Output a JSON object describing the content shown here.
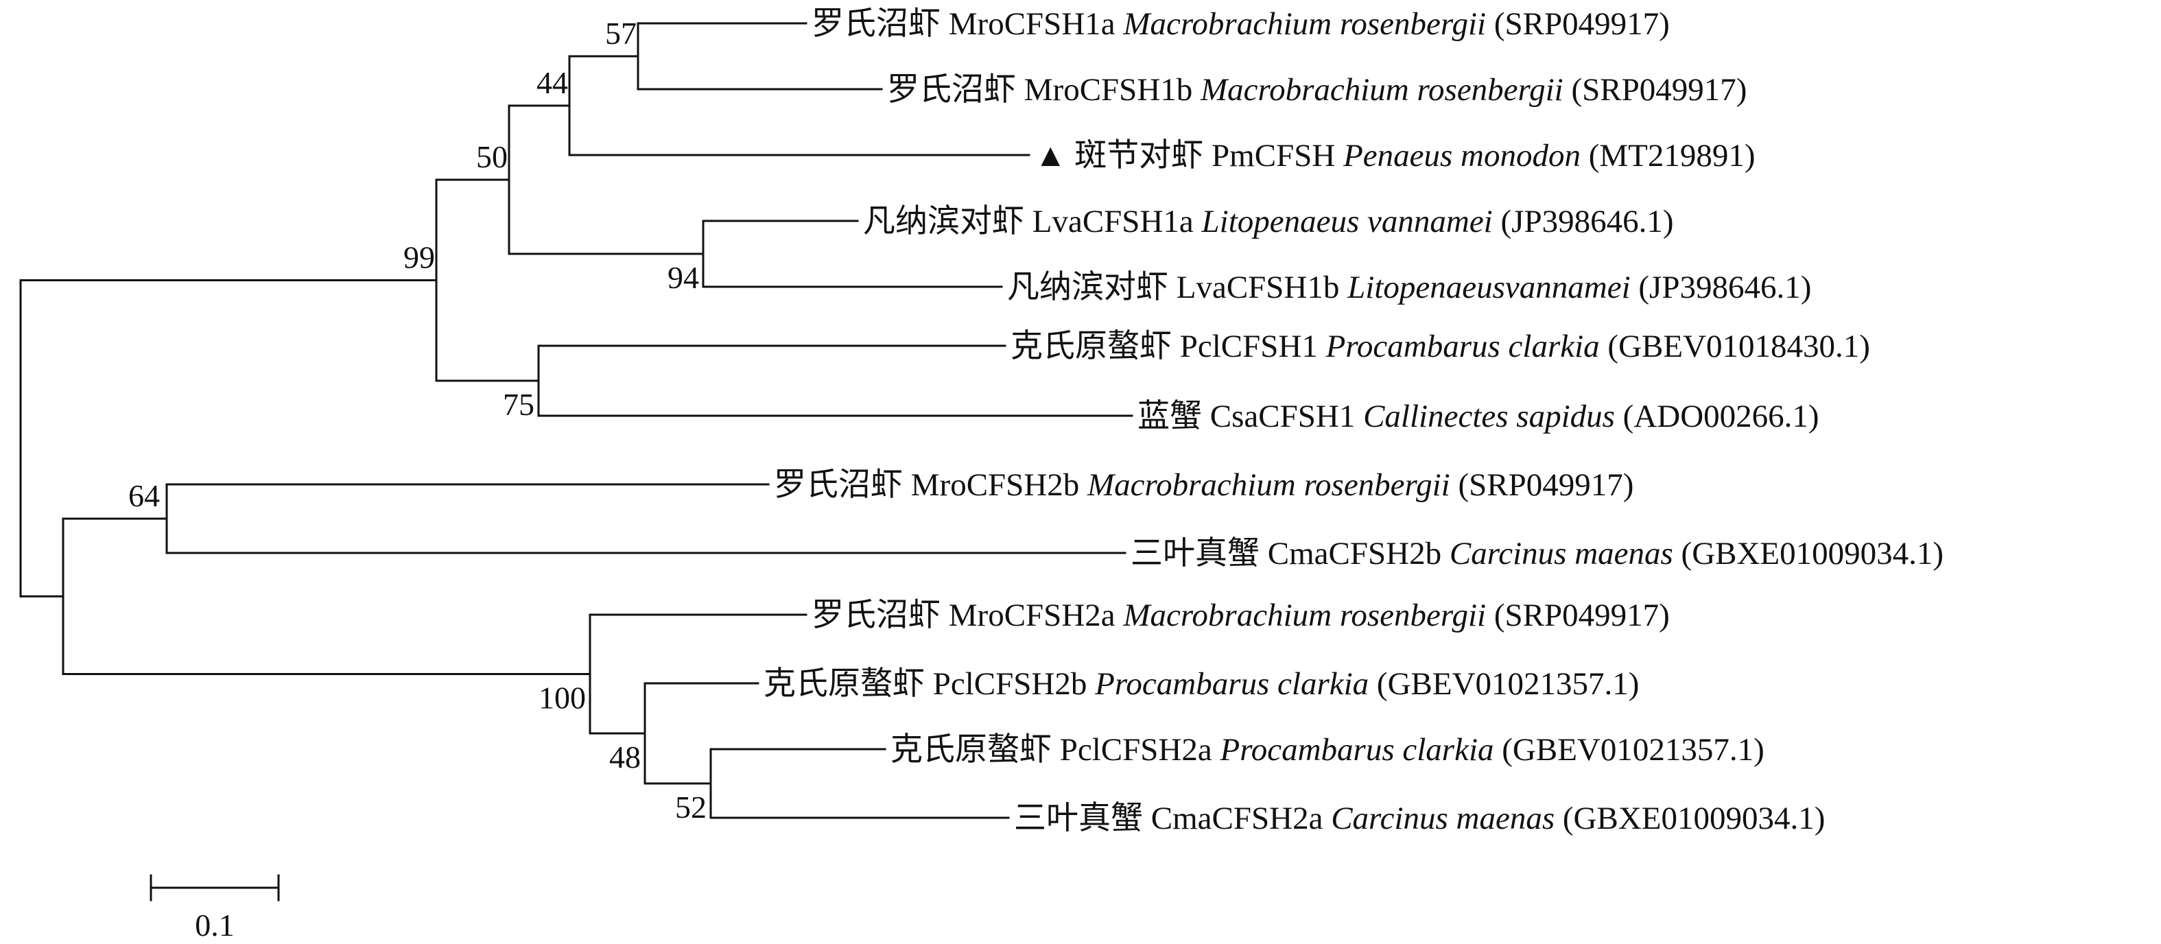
{
  "tree": {
    "leaves": [
      {
        "id": "L1",
        "marker": "",
        "cn": "罗氏沼虾",
        "code": "MroCFSH1a",
        "species": "Macrobrachium rosenbergii",
        "accession": "(SRP049917)"
      },
      {
        "id": "L2",
        "marker": "",
        "cn": "罗氏沼虾",
        "code": "MroCFSH1b",
        "species": "Macrobrachium rosenbergii",
        "accession": "(SRP049917)"
      },
      {
        "id": "L3",
        "marker": "▲",
        "cn": "斑节对虾",
        "code": "PmCFSH",
        "species": "Penaeus monodon",
        "accession": "(MT219891)"
      },
      {
        "id": "L4",
        "marker": "",
        "cn": "凡纳滨对虾",
        "code": "LvaCFSH1a",
        "species": "Litopenaeus vannamei",
        "accession": "(JP398646.1)"
      },
      {
        "id": "L5",
        "marker": "",
        "cn": "凡纳滨对虾",
        "code": "LvaCFSH1b",
        "species": "Litopenaeusvannamei",
        "accession": "(JP398646.1)"
      },
      {
        "id": "L6",
        "marker": "",
        "cn": "克氏原螯虾",
        "code": "PclCFSH1",
        "species": "Procambarus clarkia",
        "accession": "(GBEV01018430.1)"
      },
      {
        "id": "L7",
        "marker": "",
        "cn": "蓝蟹",
        "code": "CsaCFSH1",
        "species": "Callinectes sapidus",
        "accession": "(ADO00266.1)"
      },
      {
        "id": "L8",
        "marker": "",
        "cn": "罗氏沼虾",
        "code": "MroCFSH2b",
        "species": "Macrobrachium rosenbergii",
        "accession": "(SRP049917)"
      },
      {
        "id": "L9",
        "marker": "",
        "cn": "三叶真蟹",
        "code": "CmaCFSH2b",
        "species": "Carcinus maenas",
        "accession": "(GBXE01009034.1)"
      },
      {
        "id": "L10",
        "marker": "",
        "cn": "罗氏沼虾",
        "code": "MroCFSH2a",
        "species": "Macrobrachium rosenbergii",
        "accession": "(SRP049917)"
      },
      {
        "id": "L11",
        "marker": "",
        "cn": "克氏原螯虾",
        "code": "PclCFSH2b",
        "species": "Procambarus clarkia",
        "accession": "(GBEV01021357.1)"
      },
      {
        "id": "L12",
        "marker": "",
        "cn": "克氏原螯虾",
        "code": "PclCFSH2a",
        "species": "Procambarus clarkia",
        "accession": "(GBEV01021357.1)"
      },
      {
        "id": "L13",
        "marker": "",
        "cn": "三叶真蟹",
        "code": "CmaCFSH2a",
        "species": "Carcinus maenas",
        "accession": "(GBXE01009034.1)"
      }
    ],
    "bootstrap_values": {
      "n_mro1": "57",
      "n_mro1_pm": "44",
      "n_clade_a": "50",
      "n_lva": "94",
      "n_pcl_csa": "75",
      "n_group1": "99",
      "n_g2": "64",
      "n_g3": "100",
      "n_g3b": "48",
      "n_g3c": "52"
    },
    "scale_bar_label": "0.1"
  }
}
